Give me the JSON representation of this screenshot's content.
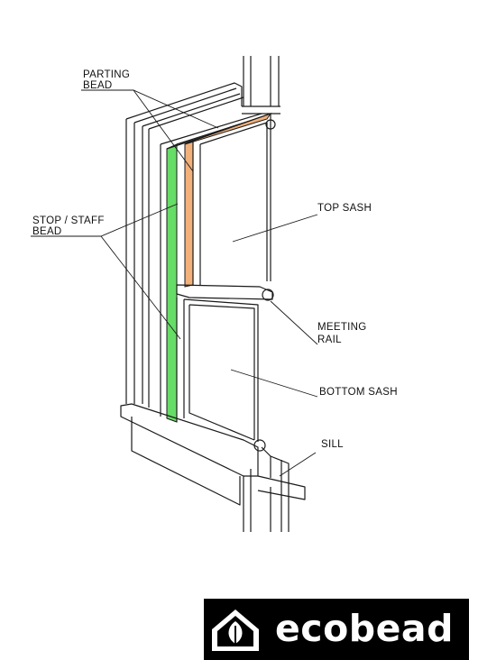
{
  "labels": {
    "parting_bead_line1": "PARTING",
    "parting_bead_line2": "BEAD",
    "stop_staff_bead_line1": "STOP / STAFF",
    "stop_staff_bead_line2": "BEAD",
    "top_sash": "TOP SASH",
    "meeting_rail_line1": "MEETING",
    "meeting_rail_line2": "RAIL",
    "bottom_sash": "BOTTOM SASH",
    "sill": "SILL"
  },
  "logo": {
    "text": "ecobead",
    "icon": "house-leaf-icon"
  },
  "colors": {
    "stop_bead": "#66dd66",
    "parting_bead": "#f2b07a",
    "line": "#1a1a1a",
    "logo_bg": "#000000"
  }
}
